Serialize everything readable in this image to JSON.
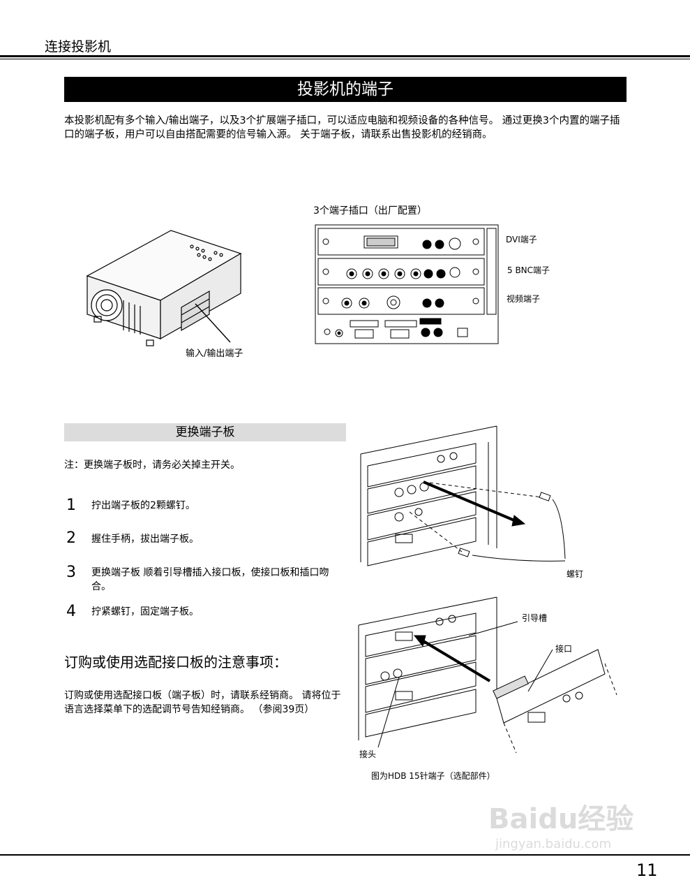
{
  "header": {
    "section_title": "连接投影机"
  },
  "main": {
    "title": "投影机的端子",
    "intro": "本投影机配有多个输入/输出端子，以及3个扩展端子插口，可以适应电脑和视频设备的各种信号。 通过更换3个内置的端子插口的端子板，用户可以自由搭配需要的信号输入源。 关于端子板，请联系出售投影机的经销商。",
    "projector_caption": "输入/输出端子",
    "slots_caption": "3个端子插口（出厂配置）",
    "panel_labels": {
      "dvi": "DVI端子",
      "bnc": "5 BNC端子",
      "video": "视频端子"
    }
  },
  "replace": {
    "title": "更换端子板",
    "note": "注：更换端子板时，请务必关掉主开关。",
    "steps": [
      {
        "num": "1",
        "text": "拧出端子板的2颗螺钉。"
      },
      {
        "num": "2",
        "text": "握住手柄，拔出端子板。"
      },
      {
        "num": "3",
        "text": "更换端子板 顺着引导槽插入接口板，使接口板和插口吻合。"
      },
      {
        "num": "4",
        "text": "拧紧螺钉，固定端子板。"
      }
    ],
    "fig1_labels": {
      "screw": "螺钉"
    },
    "fig2_labels": {
      "guide": "引导槽",
      "connector": "接口",
      "plug": "接头"
    },
    "fig2_caption": "图为HDB 15针端子（选配部件）"
  },
  "order": {
    "title": "订购或使用选配接口板的注意事项：",
    "text": "订购或使用选配接口板（端子板）时，请联系经销商。 请将位于语言选择菜单下的选配调节号告知经销商。 （参阅39页）"
  },
  "footer": {
    "page_number": "11"
  },
  "watermark": {
    "brand": "Baidu经验",
    "url": "jingyan.baidu.com"
  },
  "colors": {
    "title_bar": "#000000",
    "subtitle_bar": "#dcdcdc"
  }
}
